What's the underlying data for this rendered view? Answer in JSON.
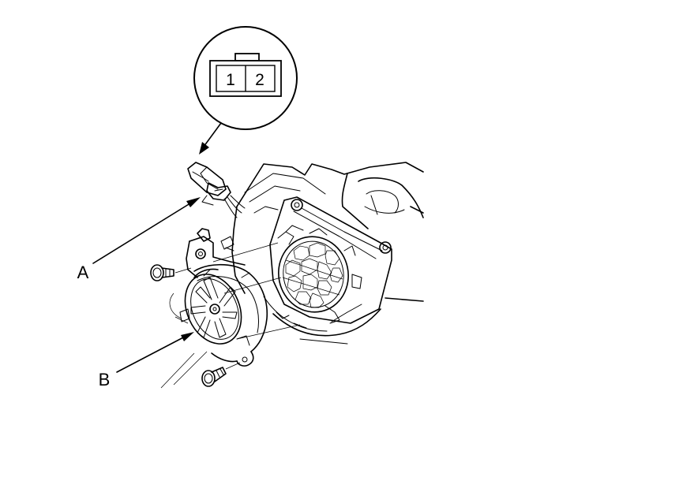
{
  "connector_view": {
    "pins": [
      "1",
      "2"
    ]
  },
  "callouts": {
    "a": {
      "label": "A"
    },
    "b": {
      "label": "B"
    }
  },
  "colors": {
    "ink": "#000000",
    "paper": "#ffffff"
  }
}
